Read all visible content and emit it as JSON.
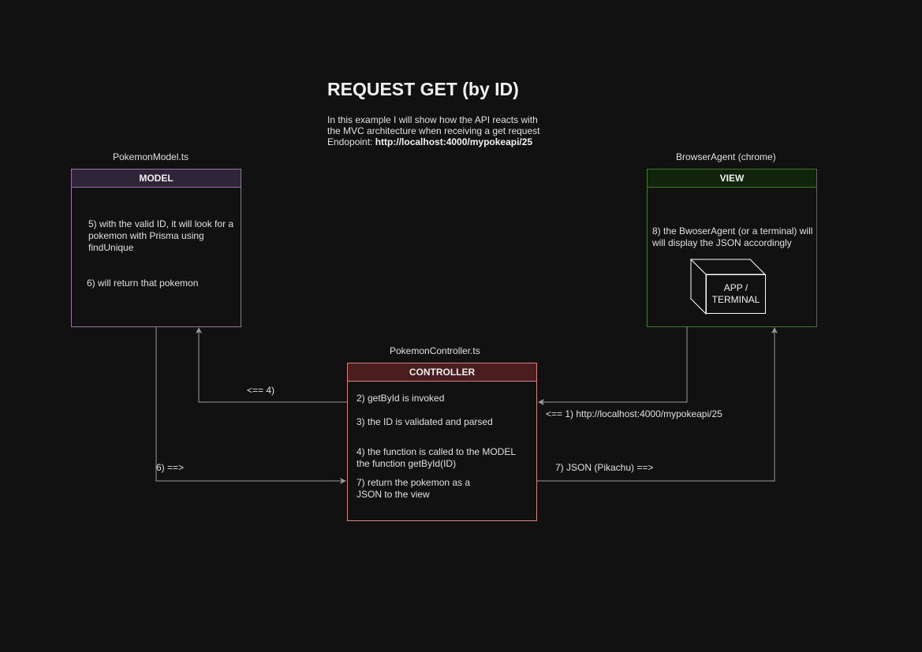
{
  "header": {
    "title": "REQUEST GET (by ID)",
    "intro_line1": "In this example I will show how the API reacts with",
    "intro_line2": "the MVC architecture when receiving a get request",
    "endpoint_prefix": "Endopoint: ",
    "endpoint_url": "http://localhost:4000/mypokeapi/25"
  },
  "model": {
    "file": "PokemonModel.ts",
    "header": "MODEL",
    "step5_line1": "5) with the valid ID, it will look for a",
    "step5_line2": "pokemon with Prisma using",
    "step5_line3": "findUnique",
    "step6": "6) will return that pokemon"
  },
  "view": {
    "file": "BrowserAgent (chrome)",
    "header": "VIEW",
    "step8_line1": "8) the BwoserAgent (or a terminal) will",
    "step8_line2": "will display the JSON accordingly",
    "cube_line1": "APP /",
    "cube_line2": "TERMINAL"
  },
  "controller": {
    "file": "PokemonController.ts",
    "header": "CONTROLLER",
    "step2": "2) getById is invoked",
    "step3": "3) the ID is validated and parsed",
    "step4_line1": "4) the function is called to the MODEL",
    "step4_line2": "the function getById(ID)",
    "step7_line1": "7) return the pokemon as a",
    "step7_line2": "JSON to the view"
  },
  "arrows": {
    "to_model": "<== 4)",
    "from_model": "6) ==>",
    "from_view": "<==  1) http://localhost:4000/mypokeapi/25",
    "to_view": "7) JSON (Pikachu) ==>"
  },
  "colors": {
    "background": "#111111",
    "model_border": "#9673a6",
    "view_border": "#3f7a26",
    "controller_border": "#d98080",
    "arrow": "#9a9a9a"
  }
}
